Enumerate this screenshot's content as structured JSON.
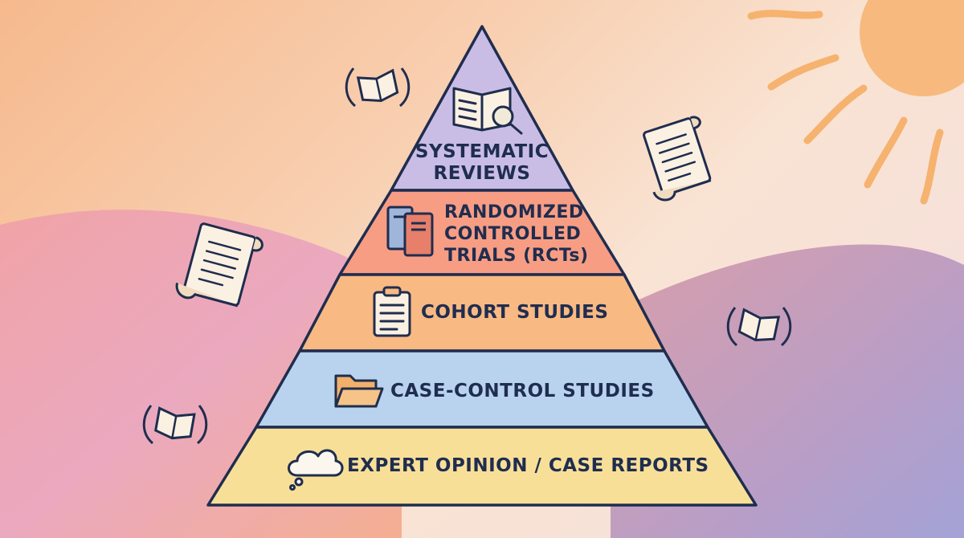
{
  "pyramid": {
    "tiers": [
      {
        "label_lines": [
          "SYSTEMATIC",
          "REVIEWS"
        ],
        "color": "#c9bde6",
        "icon": "open-book-magnifier-icon"
      },
      {
        "label_lines": [
          "RANDOMIZED",
          "CONTROLLED",
          "TRIALS (RCTs)"
        ],
        "color": "#f79d84",
        "icon": "books-icon"
      },
      {
        "label_lines": [
          "COHORT STUDIES"
        ],
        "color": "#f8b983",
        "icon": "clipboard-icon"
      },
      {
        "label_lines": [
          "CASE-CONTROL STUDIES"
        ],
        "color": "#b9d3ef",
        "icon": "folder-icon"
      },
      {
        "label_lines": [
          "EXPERT OPINION / CASE REPORTS"
        ],
        "color": "#f8df98",
        "icon": "thought-cloud-icon"
      }
    ],
    "outline_color": "#1f2d4f"
  },
  "decorations": [
    "sun-icon",
    "scroll-icon",
    "scroll-icon",
    "laurel-book-icon",
    "laurel-book-icon",
    "laurel-book-icon"
  ]
}
